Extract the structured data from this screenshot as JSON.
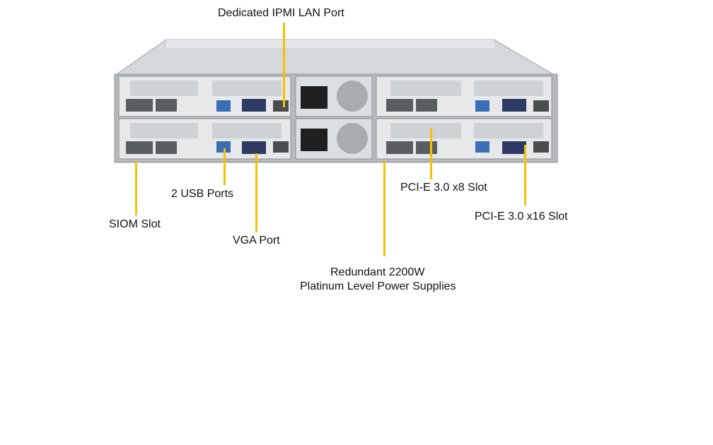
{
  "callouts": {
    "ipmi": "Dedicated IPMI LAN Port",
    "usb": "2 USB Ports",
    "siom": "SIOM Slot",
    "vga": "VGA Port",
    "psu_line1": "Redundant 2200W",
    "psu_line2": "Platinum Level Power Supplies",
    "pcie_x8": "PCI-E 3.0 x8 Slot",
    "pcie_x16": "PCI-E 3.0 x16 Slot"
  },
  "colors": {
    "leader": "#f2c200",
    "chassis_top": "#d8dadc",
    "chassis_face": "#b9bcbf",
    "node_face": "#e4e6e8",
    "port_blue": "#3a6fb8"
  }
}
